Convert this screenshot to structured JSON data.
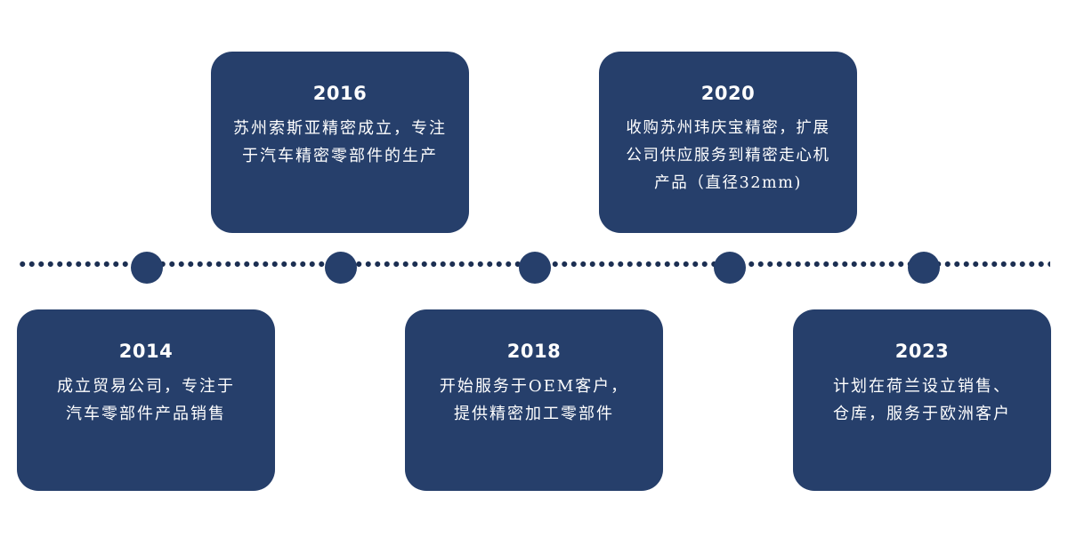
{
  "colors": {
    "card_background": "#263f6b",
    "node": "#263f6b",
    "dots": "#1c2f52",
    "text": "#ffffff"
  },
  "milestones": [
    {
      "year": "2014",
      "lines": [
        "成立贸易公司，专注于",
        "汽车零部件产品销售"
      ]
    },
    {
      "year": "2016",
      "lines": [
        "苏州索斯亚精密成立，专注",
        "于汽车精密零部件的生产"
      ]
    },
    {
      "year": "2018",
      "lines": [
        "开始服务于OEM客户，",
        "提供精密加工零部件"
      ]
    },
    {
      "year": "2020",
      "lines": [
        "收购苏州玮庆宝精密，扩展",
        "公司供应服务到精密走心机",
        "产品（直径32mm)"
      ]
    },
    {
      "year": "2023",
      "lines": [
        "计划在荷兰设立销售、",
        "仓库，服务于欧洲客户"
      ]
    }
  ]
}
